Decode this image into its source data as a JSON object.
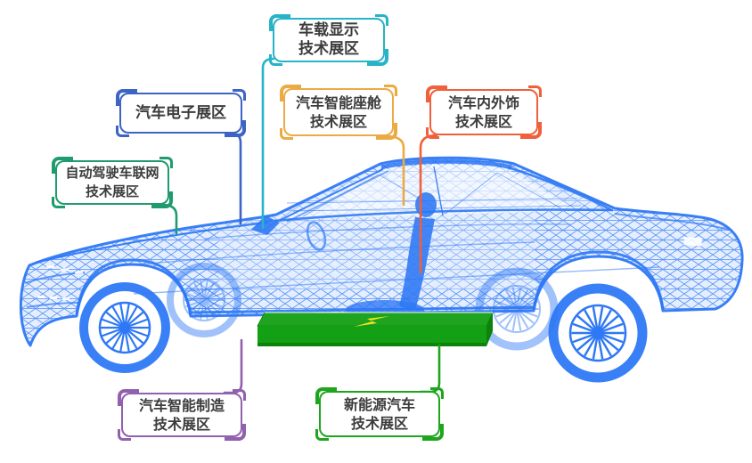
{
  "background": "#ffffff",
  "labels": [
    {
      "name": "vehicle-display",
      "lines": [
        "车载显示",
        "技术展区"
      ],
      "color": "#27b3c8"
    },
    {
      "name": "auto-electronics",
      "lines": [
        "汽车电子展区"
      ],
      "color": "#3d63c5"
    },
    {
      "name": "smart-cockpit",
      "lines": [
        "汽车智能座舱",
        "技术展区"
      ],
      "color": "#ecaa44"
    },
    {
      "name": "interior-exterior",
      "lines": [
        "汽车内外饰",
        "技术展区"
      ],
      "color": "#f0603a"
    },
    {
      "name": "autonomous-connected",
      "lines": [
        "自动驾驶车联网",
        "技术展区"
      ],
      "color": "#1f9b6d"
    },
    {
      "name": "smart-manufacturing",
      "lines": [
        "汽车智能制造",
        "技术展区"
      ],
      "color": "#9160ae"
    },
    {
      "name": "new-energy",
      "lines": [
        "新能源汽车",
        "技术展区"
      ],
      "color": "#1ea51e"
    }
  ],
  "car": {
    "description": "blue wireframe sedan side view",
    "color": "#2e78f5"
  },
  "battery": {
    "top_color": "#1fa41f",
    "front_color": "#14a014",
    "edge_color": "#0d830d",
    "bolt_color": "#f2e41e",
    "bolt_icon": "lightning"
  }
}
